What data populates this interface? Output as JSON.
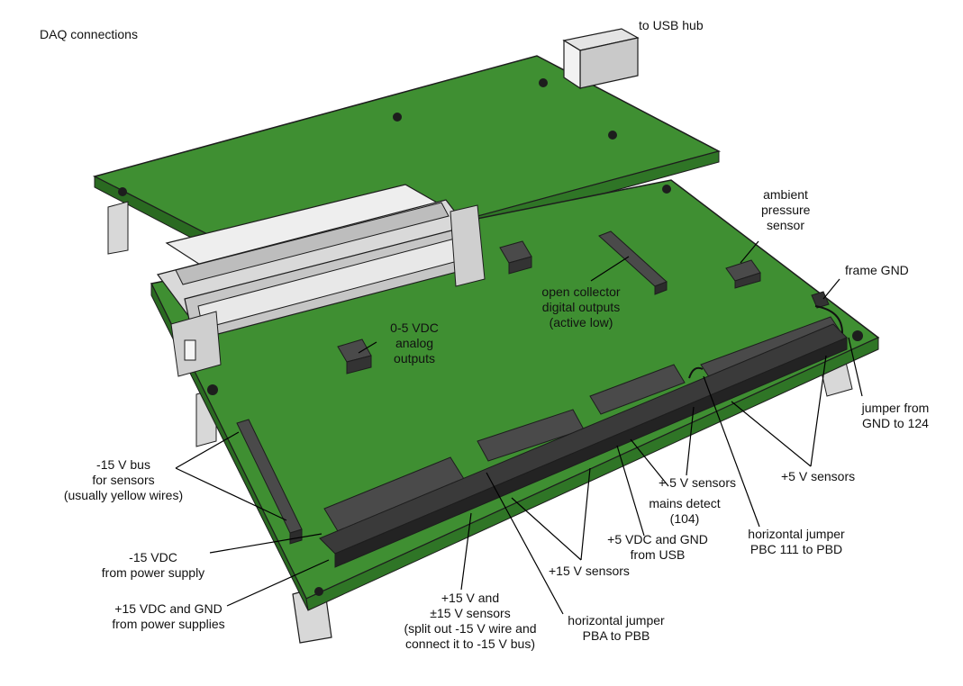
{
  "title": "DAQ connections",
  "labels": {
    "usb_hub": [
      "to USB hub"
    ],
    "ambient_pressure": [
      "ambient",
      "pressure",
      "sensor"
    ],
    "frame_gnd": [
      "frame GND"
    ],
    "open_collector": [
      "open collector",
      "digital outputs",
      "(active low)"
    ],
    "analog_outputs": [
      "0-5 VDC",
      "analog",
      "outputs"
    ],
    "jumper_gnd_124": [
      "jumper from",
      "GND to 124"
    ],
    "neg15_bus": [
      "-15 V bus",
      "for sensors",
      "(usually yellow wires)"
    ],
    "plus5_sensors_a": [
      "+ 5 V sensors"
    ],
    "plus5_sensors_b": [
      "+5 V sensors"
    ],
    "mains_detect": [
      "mains detect",
      "(104)"
    ],
    "horiz_jumper_pbc": [
      "horizontal jumper",
      "PBC 111 to PBD"
    ],
    "plus5_usb": [
      "+5 VDC and GND",
      "from USB"
    ],
    "neg15_supply": [
      "-15 VDC",
      "from power supply"
    ],
    "plus15_sensors": [
      "+15 V sensors"
    ],
    "plus15_supplies": [
      "+15 VDC and GND",
      "from power supplies"
    ],
    "pm15_sensors": [
      "+15 V and",
      "±15 V sensors",
      "(split out -15 V wire and",
      "connect it to -15 V bus)"
    ],
    "horiz_jumper_pba": [
      "horizontal jumper",
      "PBA to PBB"
    ]
  },
  "colors": {
    "pcb_top": "#3f8f32",
    "pcb_edge": "#2a6a21",
    "header": "#3b3b3b",
    "connector": "#dcdcdc",
    "leader": "#000000"
  }
}
